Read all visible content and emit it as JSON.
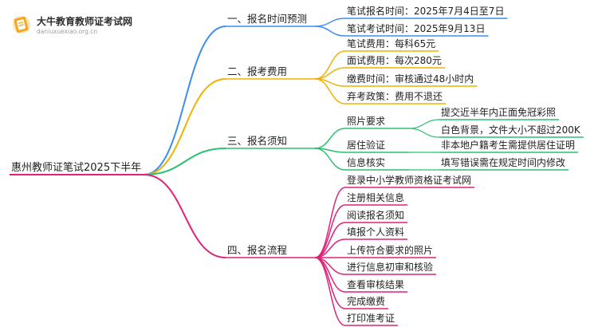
{
  "logo": {
    "title": "大牛教育教师证考试网",
    "url": "daniuxuexiao.org.cn"
  },
  "root": "惠州教师证笔试2025下半年",
  "colors": {
    "branch1": "#3d8ef0",
    "branch2": "#f1b200",
    "branch3": "#2bbf70",
    "branch4": "#e0227a",
    "logo_orange": "#f5a623"
  },
  "branches": [
    {
      "label": "一、报名时间预测",
      "children": [
        {
          "label": "笔试报名时间：2025年7月4日至7日"
        },
        {
          "label": "笔试考试时间：2025年9月13日"
        }
      ]
    },
    {
      "label": "二、报考费用",
      "children": [
        {
          "label": "笔试费用：每科65元"
        },
        {
          "label": "面试费用：每次280元"
        },
        {
          "label": "缴费时间：审核通过48小时内"
        },
        {
          "label": "弃考政策：费用不退还"
        }
      ]
    },
    {
      "label": "三、报名须知",
      "children": [
        {
          "label": "照片要求",
          "children": [
            {
              "label": "提交近半年内正面免冠彩照"
            },
            {
              "label": "白色背景，文件大小不超过200K"
            }
          ]
        },
        {
          "label": "居住验证",
          "children": [
            {
              "label": "非本地户籍考生需提供居住证明"
            }
          ]
        },
        {
          "label": "信息核实",
          "children": [
            {
              "label": "填写错误需在规定时间内修改"
            }
          ]
        }
      ]
    },
    {
      "label": "四、报名流程",
      "children": [
        {
          "label": "登录中小学教师资格证考试网"
        },
        {
          "label": "注册相关信息"
        },
        {
          "label": "阅读报名须知"
        },
        {
          "label": "填报个人资料"
        },
        {
          "label": "上传符合要求的照片"
        },
        {
          "label": "进行信息初审和核验"
        },
        {
          "label": "查看审核结果"
        },
        {
          "label": "完成缴费"
        },
        {
          "label": "打印准考证"
        }
      ]
    }
  ]
}
